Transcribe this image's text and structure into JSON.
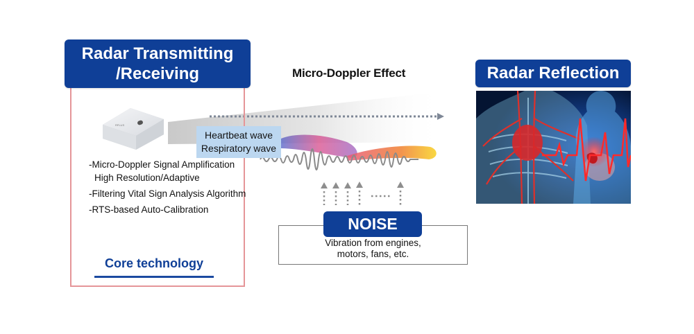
{
  "transmit": {
    "title_line1": "Radar Transmitting",
    "title_line2": "/Receiving",
    "device_icon": "radar-sensor-device",
    "features": [
      "-Micro-Doppler Signal Amplification High Resolution/Adaptive",
      "-Filtering Vital Sign Analysis Algorithm",
      "-RTS-based Auto-Calibration"
    ],
    "footer_label": "Core technology"
  },
  "doppler": {
    "title": "Micro-Doppler Effect",
    "wave_labels": [
      "Heartbeat wave",
      "Respiratory wave"
    ],
    "arrow_icon": "dotted-arrow-right"
  },
  "noise": {
    "title": "NOISE",
    "description_line1": "Vibration from engines,",
    "description_line2": "motors, fans, etc.",
    "arrow_icon": "dotted-arrows-up"
  },
  "reflection": {
    "title": "Radar Reflection",
    "image_icon": "human-body-anatomy-heartbeat"
  },
  "colors": {
    "primary_blue": "#0f3f97",
    "frame_red": "#e59598",
    "label_bg": "#bcd7f0",
    "heartbeat_red": "#e8202a"
  }
}
